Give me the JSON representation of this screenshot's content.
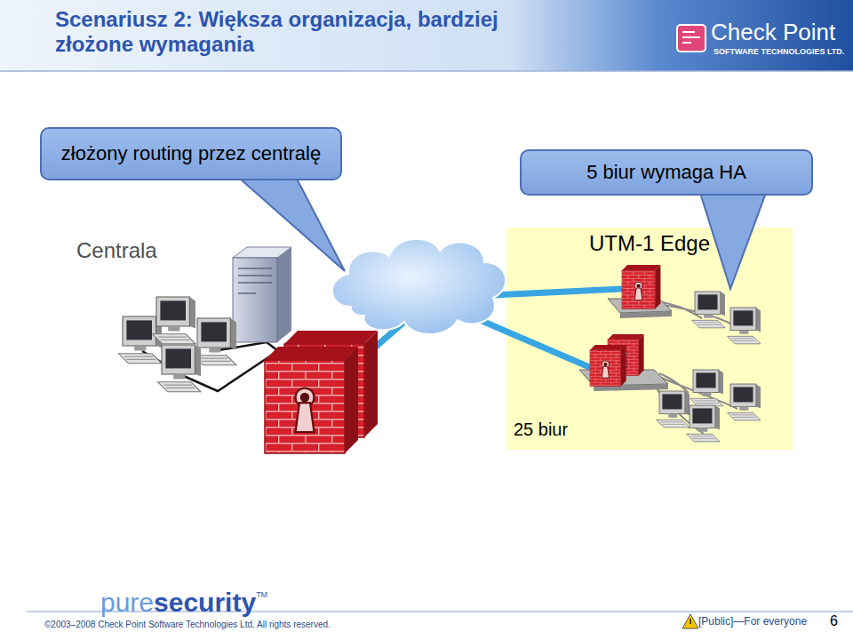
{
  "diagram": {
    "title": "Scenariusz 2: Większa organizacja, bardziej złożone wymagania",
    "nodes": [
      {
        "text": [
          "złożony routing przez centralę"
        ]
      },
      {
        "text": [
          "5 biur wymaga HA"
        ]
      },
      {
        "text": [
          "UTM-1 Edge",
          "25 biur"
        ]
      }
    ],
    "labels": [
      "Centrala",
      "Check Point",
      "SOFTWARE TECHNOLOGIES LTD.",
      "pure",
      "security",
      "TM",
      "©2003–2008 Check Point Software Technologies Ltd. All rights reserved.",
      "[Public]—For everyone",
      "6"
    ]
  }
}
